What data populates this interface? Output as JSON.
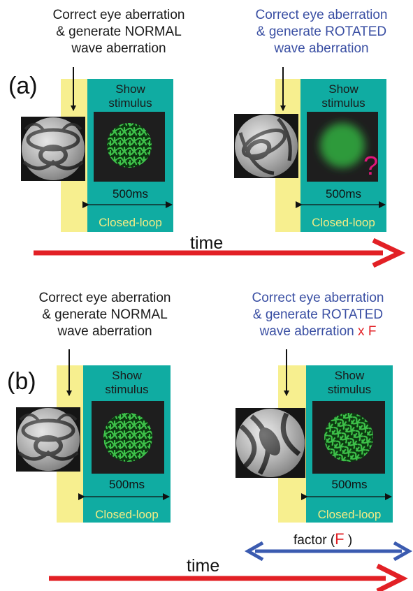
{
  "panel_a": {
    "label": "(a)",
    "left": {
      "caption": [
        "Correct eye aberration",
        "& generate NORMAL",
        "wave aberration"
      ],
      "show": [
        "Show",
        "stimulus"
      ],
      "duration": "500ms",
      "loop": "Closed-loop"
    },
    "right": {
      "caption": [
        "Correct eye aberration",
        "& generate ROTATED",
        "wave aberration"
      ],
      "show": [
        "Show",
        "stimulus"
      ],
      "question_mark": "?",
      "duration": "500ms",
      "loop": "Closed-loop"
    },
    "time_label": "time"
  },
  "panel_b": {
    "label": "(b)",
    "left": {
      "caption": [
        "Correct eye aberration",
        "& generate NORMAL",
        "wave aberration"
      ],
      "show": [
        "Show",
        "stimulus"
      ],
      "duration": "500ms",
      "loop": "Closed-loop"
    },
    "right": {
      "caption": [
        "Correct eye aberration",
        "& generate ROTATED"
      ],
      "caption_last": "wave aberration",
      "caption_factor": "x F",
      "show": [
        "Show",
        "stimulus"
      ],
      "duration": "500ms",
      "loop": "Closed-loop"
    },
    "factor_label": "factor (",
    "factor_symbol": "F",
    "factor_close": ")",
    "time_label": "time"
  },
  "colors": {
    "teal": "#10aca2",
    "yellow": "#f7ef8f",
    "red_arrow": "#e22025",
    "blue_arrow": "#3b5bb0",
    "blue_text": "#3a4fa3",
    "closed_loop_text": "#f3ec84",
    "stimulus_green": "#2fa33a"
  }
}
